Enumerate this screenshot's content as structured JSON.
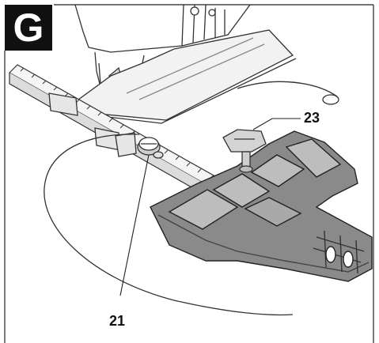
{
  "figure": {
    "label": "G",
    "callouts": [
      "21",
      "23"
    ]
  }
}
